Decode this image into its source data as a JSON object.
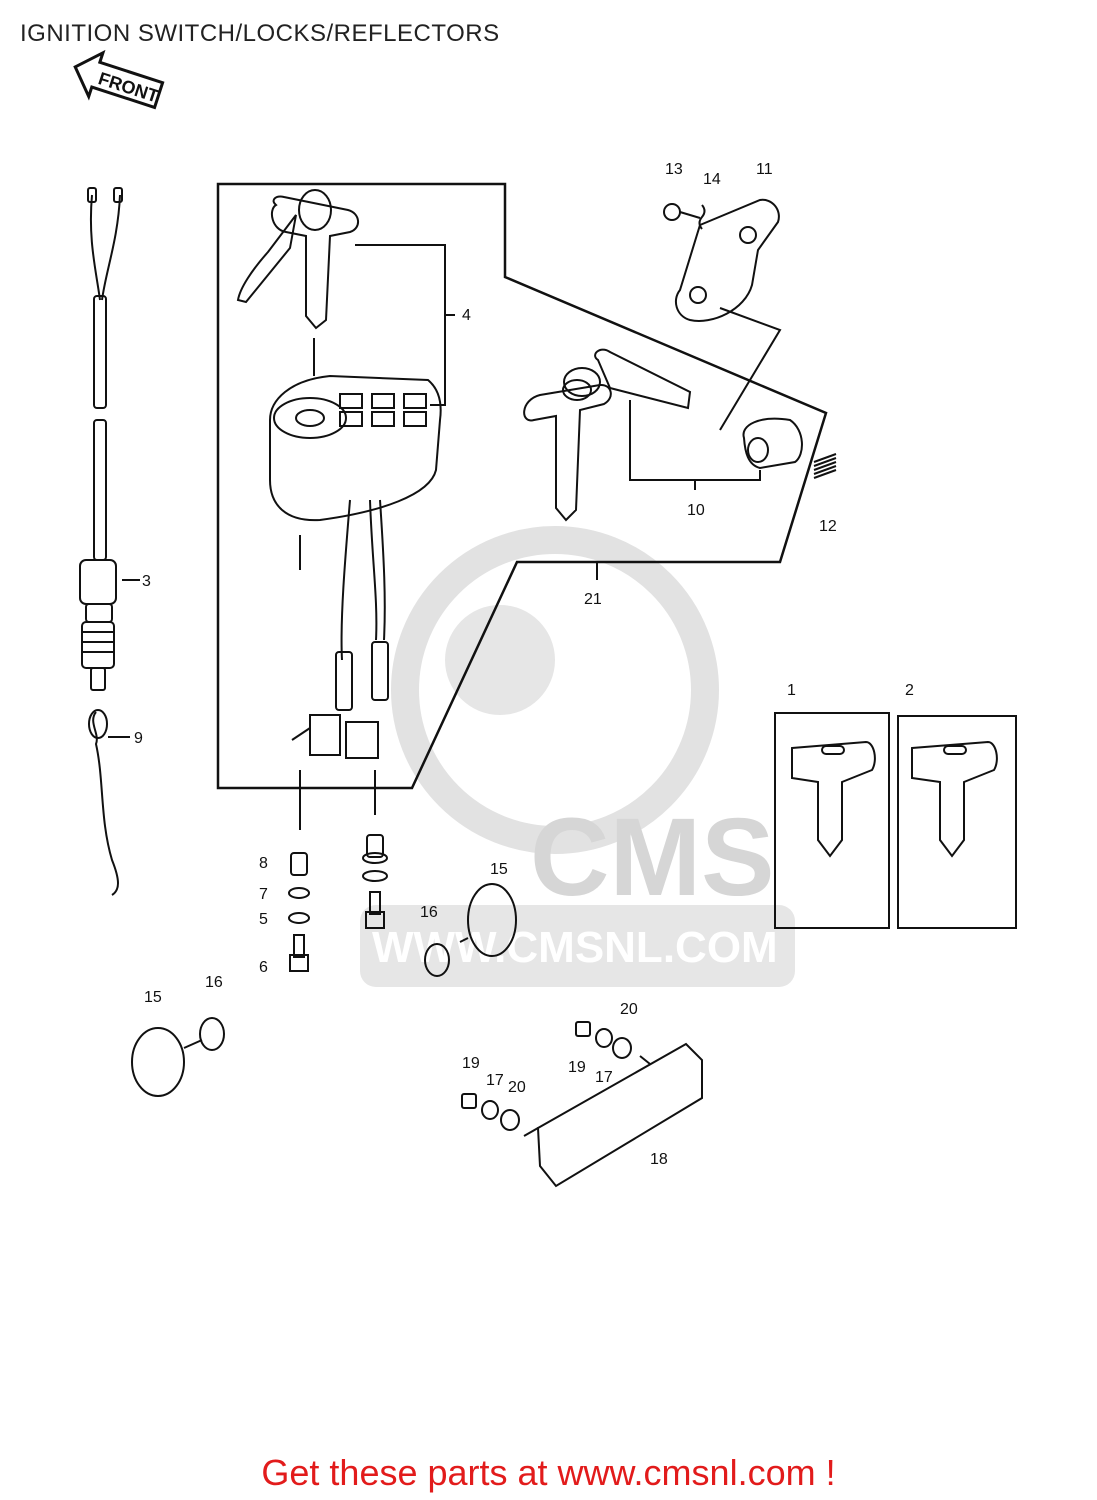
{
  "header": {
    "title": "IGNITION SWITCH/LOCKS/REFLECTORS"
  },
  "front_badge": "FRONT",
  "watermark": {
    "brand": "CMS",
    "site": "WWW.CMSNL.COM"
  },
  "footer": {
    "promo": "Get these parts at www.cmsnl.com !"
  },
  "callouts": {
    "c1": "1",
    "c2": "2",
    "c3": "3",
    "c4": "4",
    "c5": "5",
    "c6": "6",
    "c7": "7",
    "c8": "8",
    "c9": "9",
    "c10": "10",
    "c11": "11",
    "c12": "12",
    "c13": "13",
    "c14": "14",
    "c15a": "15",
    "c15b": "15",
    "c16a": "16",
    "c16b": "16",
    "c17a": "17",
    "c17b": "17",
    "c18": "18",
    "c19a": "19",
    "c19b": "19",
    "c20a": "20",
    "c20b": "20",
    "c21": "21"
  },
  "colors": {
    "line": "#111111",
    "watermark": "#d9d9d9",
    "promo": "#e21b1b"
  }
}
